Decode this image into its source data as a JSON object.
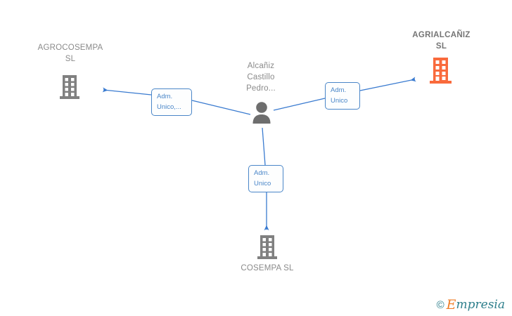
{
  "diagram": {
    "type": "corporate-relationship-graph",
    "colors": {
      "edge": "#3a7bd0",
      "edge_label_text": "#4a86c8",
      "company_gray": "#808080",
      "company_orange": "#f96a3c",
      "person_gray": "#6e6e6e",
      "title_gray": "#8a8a8a",
      "title_strong": "#757575",
      "background": "#ffffff"
    },
    "nodes": [
      {
        "id": "agrocosempa",
        "label": "AGROCOSEMPA\nSL",
        "icon": "building-icon",
        "icon_color": "#808080",
        "label_position": "above",
        "emphasis": "normal"
      },
      {
        "id": "agrialcaniz",
        "label": "AGRIALCAÑIZ\nSL",
        "icon": "building-icon",
        "icon_color": "#f96a3c",
        "label_position": "above",
        "emphasis": "strong"
      },
      {
        "id": "person-center",
        "label": "Alcañiz\nCastillo\nPedro...",
        "icon": "person-icon",
        "icon_color": "#6e6e6e",
        "label_position": "above",
        "emphasis": "normal"
      },
      {
        "id": "cosempa",
        "label": "COSEMPA  SL",
        "icon": "building-icon",
        "icon_color": "#808080",
        "label_position": "below",
        "emphasis": "normal"
      }
    ],
    "edges": [
      {
        "id": "edge-to-agrocosempa",
        "from": "person-center",
        "to": "agrocosempa",
        "label": "Adm.\nUnico,...",
        "arrow": "left"
      },
      {
        "id": "edge-to-agrialcaniz",
        "from": "person-center",
        "to": "agrialcaniz",
        "label": "Adm.\nUnico",
        "arrow": "right"
      },
      {
        "id": "edge-to-cosempa",
        "from": "person-center",
        "to": "cosempa",
        "label": "Adm.\nUnico",
        "arrow": "down"
      }
    ]
  },
  "watermark": {
    "copyright": "©",
    "brand_initial": "E",
    "brand_rest": "mpresia"
  }
}
